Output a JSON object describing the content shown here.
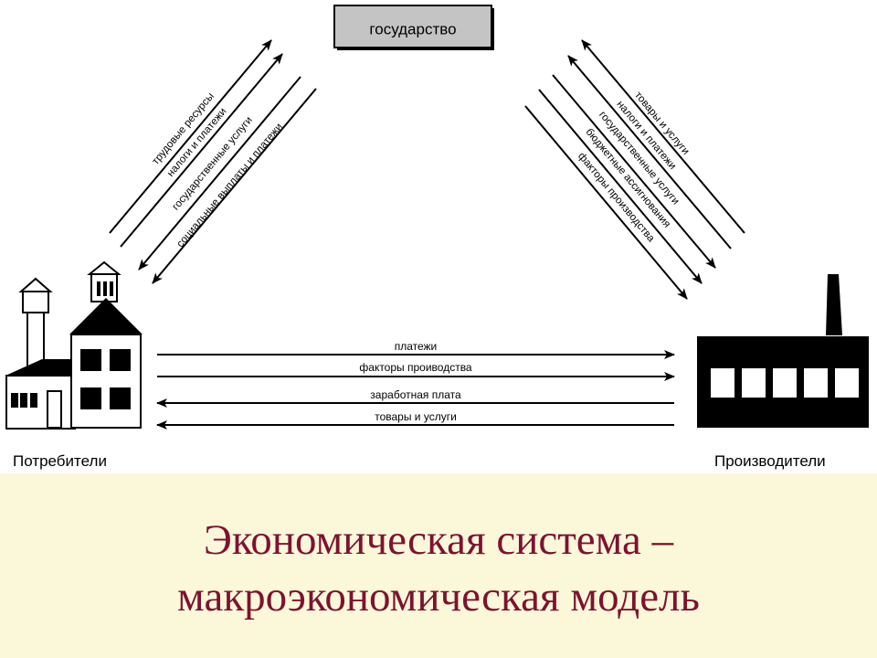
{
  "diagram": {
    "government_label": "государство",
    "consumers_label": "Потребители",
    "producers_label": "Производители",
    "left_flows": [
      "трудовые ресурсы",
      "налоги и платежи",
      "государственные услуги",
      "социальные выплаты и платежи"
    ],
    "right_flows": [
      "товары и услуги",
      "налоги и платежи",
      "государственные услуги",
      "бюджетные ассигнования",
      "факторы производства"
    ],
    "bottom_flows": [
      "платежи",
      "факторы проиводства",
      "заработная плата",
      "товары и услуги"
    ]
  },
  "caption": {
    "line1": "Экономическая система –",
    "line2": "макроэкономическая модель"
  },
  "colors": {
    "caption_background": "#fbf8da",
    "caption_text": "#7e1230",
    "government_box": "#c4c4c4"
  }
}
